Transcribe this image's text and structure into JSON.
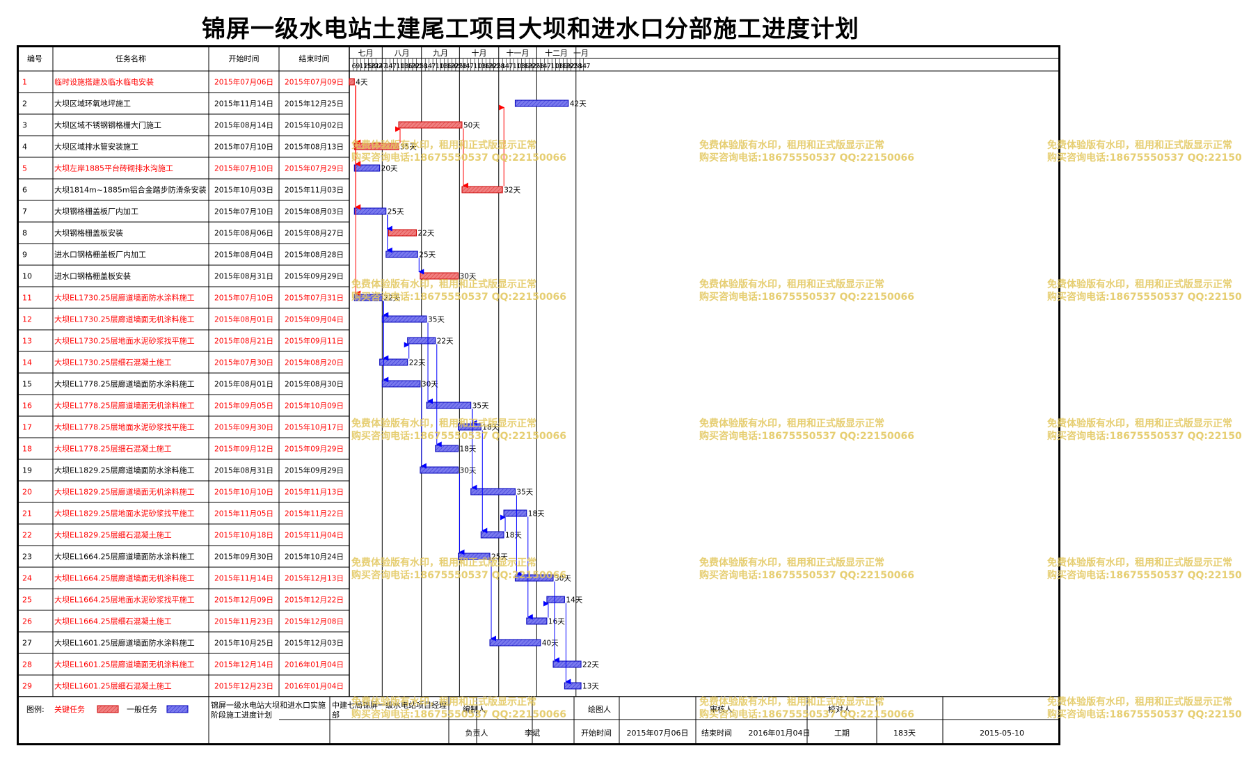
{
  "title": "锦屏一级水电站土建尾工项目大坝和进水口分部施工进度计划",
  "headers": {
    "id": "编号",
    "name": "任务名称",
    "start": "开始时间",
    "end": "结束时间"
  },
  "months": [
    "七月",
    "八月",
    "九月",
    "十月",
    "十一月",
    "十二月",
    "一月"
  ],
  "day_ticks": [
    [
      "6",
      "9",
      "12",
      "15",
      "18",
      "21",
      "24",
      "27"
    ],
    [
      "1",
      "4",
      "7",
      "10",
      "13",
      "16",
      "19",
      "22",
      "25",
      "28"
    ],
    [
      "1",
      "4",
      "7",
      "10",
      "13",
      "16",
      "19",
      "22",
      "25",
      "28"
    ],
    [
      "1",
      "4",
      "7",
      "10",
      "13",
      "16",
      "19",
      "22",
      "25",
      "28"
    ],
    [
      "1",
      "4",
      "7",
      "10",
      "13",
      "16",
      "19",
      "22",
      "25",
      "28"
    ],
    [
      "1",
      "4",
      "7",
      "10",
      "13",
      "16",
      "19",
      "22",
      "25",
      "28"
    ],
    [
      "1",
      "4",
      "7"
    ]
  ],
  "colors": {
    "critical": "#f08080",
    "critical_border": "#cc0000",
    "normal": "#7a7aee",
    "normal_border": "#0000bb",
    "critical_text": "#ff0000",
    "link_critical": "#ff0000",
    "link_normal": "#0000ff"
  },
  "chart_data": {
    "type": "gantt",
    "title": "锦屏一级水电站土建尾工项目大坝和进水口分部施工进度计划",
    "duration_suffix": "天",
    "tasks": [
      {
        "id": "1",
        "name": "临时设施搭建及临水临电安装",
        "start": "2015年07月06日",
        "end": "2015年07月09日",
        "duration": 4,
        "critical": true
      },
      {
        "id": "2",
        "name": "大坝区域环氧地坪施工",
        "start": "2015年11月14日",
        "end": "2015年12月25日",
        "duration": 42,
        "critical": false
      },
      {
        "id": "3",
        "name": "大坝区域不锈钢钢格栅大门施工",
        "start": "2015年08月14日",
        "end": "2015年10月02日",
        "duration": 50,
        "critical": true
      },
      {
        "id": "4",
        "name": "大坝区域排水管安装施工",
        "start": "2015年07月10日",
        "end": "2015年08月13日",
        "duration": 35,
        "critical": true
      },
      {
        "id": "5",
        "name": "大坝左岸1885平台砖砌排水沟施工",
        "start": "2015年07月10日",
        "end": "2015年07月29日",
        "duration": 20,
        "critical": false,
        "red_text": true
      },
      {
        "id": "6",
        "name": "大坝1814m~1885m铝合金踏步防滑条安装",
        "start": "2015年10月03日",
        "end": "2015年11月03日",
        "duration": 32,
        "critical": true
      },
      {
        "id": "7",
        "name": "大坝钢格栅盖板厂内加工",
        "start": "2015年07月10日",
        "end": "2015年08月03日",
        "duration": 25,
        "critical": false
      },
      {
        "id": "8",
        "name": "大坝钢格栅盖板安装",
        "start": "2015年08月06日",
        "end": "2015年08月27日",
        "duration": 22,
        "critical": true
      },
      {
        "id": "9",
        "name": "进水口钢格栅盖板厂内加工",
        "start": "2015年08月04日",
        "end": "2015年08月28日",
        "duration": 25,
        "critical": false
      },
      {
        "id": "10",
        "name": "进水口钢格栅盖板安装",
        "start": "2015年08月31日",
        "end": "2015年09月29日",
        "duration": 30,
        "critical": true
      },
      {
        "id": "11",
        "name": "大坝EL1730.25层廊道墙面防水涂料施工",
        "start": "2015年07月10日",
        "end": "2015年07月31日",
        "duration": 22,
        "critical": false,
        "red_text": true
      },
      {
        "id": "12",
        "name": "大坝EL1730.25层廊道墙面无机涂料施工",
        "start": "2015年08月01日",
        "end": "2015年09月04日",
        "duration": 35,
        "critical": false,
        "red_text": true
      },
      {
        "id": "13",
        "name": "大坝EL1730.25层地面水泥砂浆找平施工",
        "start": "2015年08月21日",
        "end": "2015年09月11日",
        "duration": 22,
        "critical": false,
        "red_text": true
      },
      {
        "id": "14",
        "name": "大坝EL1730.25层细石混凝土施工",
        "start": "2015年07月30日",
        "end": "2015年08月20日",
        "duration": 22,
        "critical": false,
        "red_text": true
      },
      {
        "id": "15",
        "name": "大坝EL1778.25层廊道墙面防水涂料施工",
        "start": "2015年08月01日",
        "end": "2015年08月30日",
        "duration": 30,
        "critical": false
      },
      {
        "id": "16",
        "name": "大坝EL1778.25层廊道墙面无机涂料施工",
        "start": "2015年09月05日",
        "end": "2015年10月09日",
        "duration": 35,
        "critical": false,
        "red_text": true
      },
      {
        "id": "17",
        "name": "大坝EL1778.25层地面水泥砂浆找平施工",
        "start": "2015年09月30日",
        "end": "2015年10月17日",
        "duration": 18,
        "critical": false,
        "red_text": true
      },
      {
        "id": "18",
        "name": "大坝EL1778.25层细石混凝土施工",
        "start": "2015年09月12日",
        "end": "2015年09月29日",
        "duration": 18,
        "critical": false,
        "red_text": true
      },
      {
        "id": "19",
        "name": "大坝EL1829.25层廊道墙面防水涂料施工",
        "start": "2015年08月31日",
        "end": "2015年09月29日",
        "duration": 30,
        "critical": false
      },
      {
        "id": "20",
        "name": "大坝EL1829.25层廊道墙面无机涂料施工",
        "start": "2015年10月10日",
        "end": "2015年11月13日",
        "duration": 35,
        "critical": false,
        "red_text": true
      },
      {
        "id": "21",
        "name": "大坝EL1829.25层地面水泥砂浆找平施工",
        "start": "2015年11月05日",
        "end": "2015年11月22日",
        "duration": 18,
        "critical": false,
        "red_text": true
      },
      {
        "id": "22",
        "name": "大坝EL1829.25层细石混凝土施工",
        "start": "2015年10月18日",
        "end": "2015年11月04日",
        "duration": 18,
        "critical": false,
        "red_text": true
      },
      {
        "id": "23",
        "name": "大坝EL1664.25层廊道墙面防水涂料施工",
        "start": "2015年09月30日",
        "end": "2015年10月24日",
        "duration": 25,
        "critical": false
      },
      {
        "id": "24",
        "name": "大坝EL1664.25层廊道墙面无机涂料施工",
        "start": "2015年11月14日",
        "end": "2015年12月13日",
        "duration": 30,
        "critical": false,
        "red_text": true
      },
      {
        "id": "25",
        "name": "大坝EL1664.25层地面水泥砂浆找平施工",
        "start": "2015年12月09日",
        "end": "2015年12月22日",
        "duration": 14,
        "critical": false,
        "red_text": true
      },
      {
        "id": "26",
        "name": "大坝EL1664.25层细石混凝土施工",
        "start": "2015年11月23日",
        "end": "2015年12月08日",
        "duration": 16,
        "critical": false,
        "red_text": true
      },
      {
        "id": "27",
        "name": "大坝EL1601.25层廊道墙面防水涂料施工",
        "start": "2015年10月25日",
        "end": "2015年12月03日",
        "duration": 40,
        "critical": false
      },
      {
        "id": "28",
        "name": "大坝EL1601.25层廊道墙面无机涂料施工",
        "start": "2015年12月14日",
        "end": "2016年01月04日",
        "duration": 22,
        "critical": false,
        "red_text": true
      },
      {
        "id": "29",
        "name": "大坝EL1601.25层细石混凝土施工",
        "start": "2015年12月23日",
        "end": "2016年01月04日",
        "duration": 13,
        "critical": false,
        "red_text": true
      }
    ],
    "links": [
      {
        "from": "1",
        "to": "4"
      },
      {
        "from": "1",
        "to": "5"
      },
      {
        "from": "1",
        "to": "7"
      },
      {
        "from": "1",
        "to": "11"
      },
      {
        "from": "4",
        "to": "3"
      },
      {
        "from": "3",
        "to": "6"
      },
      {
        "from": "6",
        "to": "2"
      },
      {
        "from": "7",
        "to": "8"
      },
      {
        "from": "7",
        "to": "9"
      },
      {
        "from": "9",
        "to": "10"
      },
      {
        "from": "11",
        "to": "12"
      },
      {
        "from": "11",
        "to": "14"
      },
      {
        "from": "11",
        "to": "15"
      },
      {
        "from": "14",
        "to": "13"
      },
      {
        "from": "12",
        "to": "16"
      },
      {
        "from": "13",
        "to": "18"
      },
      {
        "from": "15",
        "to": "19"
      },
      {
        "from": "16",
        "to": "17"
      },
      {
        "from": "16",
        "to": "20"
      },
      {
        "from": "17",
        "to": "22"
      },
      {
        "from": "19",
        "to": "23"
      },
      {
        "from": "20",
        "to": "24"
      },
      {
        "from": "22",
        "to": "21"
      },
      {
        "from": "21",
        "to": "26"
      },
      {
        "from": "26",
        "to": "25"
      },
      {
        "from": "23",
        "to": "27"
      },
      {
        "from": "24",
        "to": "28"
      },
      {
        "from": "25",
        "to": "29"
      }
    ]
  },
  "legend": {
    "label": "图例:",
    "critical": "关键任务",
    "normal": "一般任务"
  },
  "footer": {
    "project_desc": "锦屏一级水电站大坝和进水口实施阶段施工进度计划",
    "company": "中建七局锦屏一级水电站项目经理部",
    "compiled_by_label": "编制人",
    "drawn_by_label": "绘图人",
    "reviewer_label": "审核人",
    "checker_label": "校对人",
    "manager_label": "负责人",
    "manager_value": "李斌",
    "start_label": "开始时间",
    "start_value": "2015年07月06日",
    "end_label": "结束时间",
    "end_value": "2016年01月04日",
    "duration_label": "工期",
    "duration_value": "183天",
    "date_value": "2015-05-10"
  },
  "watermark": {
    "line1": "免费体验版有水印，租用和正式版显示正常",
    "line2": "购买咨询电话:18675550537 QQ:22150066"
  }
}
